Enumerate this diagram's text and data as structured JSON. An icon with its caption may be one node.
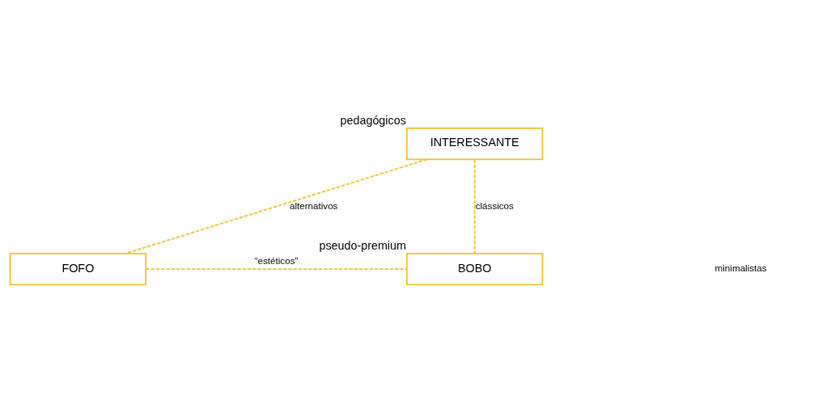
{
  "diagram": {
    "nodes": [
      {
        "text": [
          "INTERESSANTE"
        ],
        "beside": [
          "pedagógicos"
        ]
      },
      {
        "text": [
          "FOFO"
        ]
      },
      {
        "text": [
          "BOBO"
        ],
        "beside": [
          "pseudo-premium"
        ]
      }
    ],
    "edges": [
      {
        "from": 0,
        "to": 1,
        "arrow": "none",
        "label": "alternativos",
        "style": "dashed"
      },
      {
        "from": 0,
        "to": 2,
        "arrow": "none",
        "label": "clássicos",
        "style": "dashed"
      },
      {
        "from": 1,
        "to": 2,
        "arrow": "none",
        "label": "“estéticos”",
        "style": "dashed"
      }
    ],
    "labels": [
      "minimalistas"
    ]
  }
}
